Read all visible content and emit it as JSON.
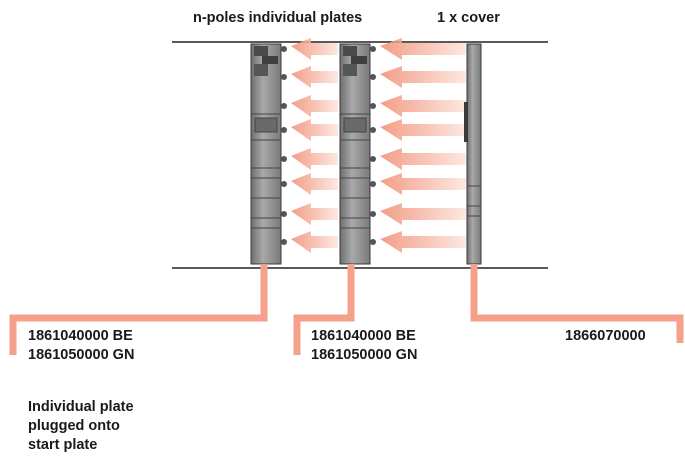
{
  "headers": {
    "plates": "n-poles individual plates",
    "cover": "1 x cover"
  },
  "parts": {
    "plate1_line1": "1861040000 BE",
    "plate1_line2": "1861050000 GN",
    "plate2_line1": "1861040000 BE",
    "plate2_line2": "1861050000 GN",
    "cover_part": "1866070000"
  },
  "note": {
    "line1": "Individual plate",
    "line2": "plugged onto",
    "line3": "start plate"
  },
  "colors": {
    "leader": "#f4a08a",
    "arrow": "#f6b7a5",
    "plate": "#8e8e8e",
    "plate_dark": "#5a5a5a",
    "rail": "#222222"
  }
}
